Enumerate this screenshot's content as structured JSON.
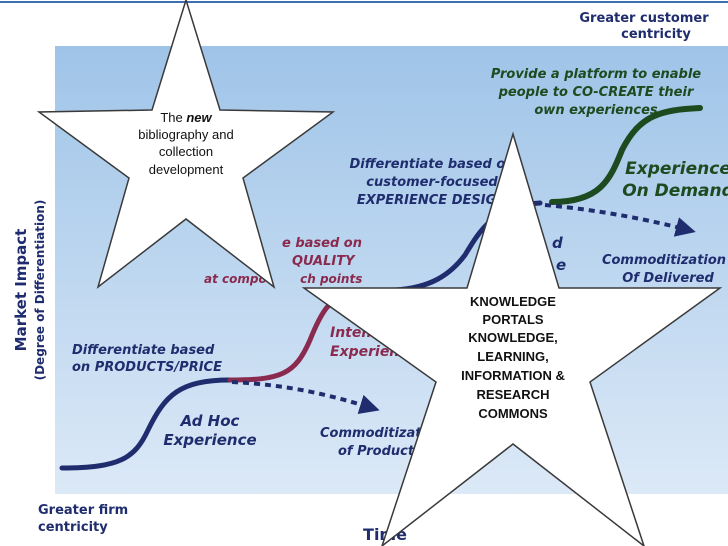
{
  "corners": {
    "top_right": [
      "Greater customer",
      "centricity"
    ],
    "bottom_left": [
      "Greater firm",
      "centricity"
    ]
  },
  "axes": {
    "y_label": "Market Impact",
    "y_sublabel": "(Degree of Differentiation)",
    "x_label": "Time"
  },
  "stages": {
    "products": [
      "Differentiate based",
      "on PRODUCTS/PRICE"
    ],
    "ad_hoc": [
      "Ad Hoc",
      "Experience"
    ],
    "commod_products": [
      "Commoditization",
      "of Products"
    ],
    "quality": [
      "e based on",
      "QUALITY",
      "at compo        ch points"
    ],
    "intentional": [
      "Inten",
      "Experience"
    ],
    "experience_design": [
      "Differentiate based on",
      "customer-focused",
      "EXPERIENCE DESIGN"
    ],
    "partial": [
      "d",
      "e"
    ],
    "platform": [
      "Provide a platform to enable",
      "people to CO-CREATE their",
      "own experiences"
    ],
    "on_demand": [
      "Experience",
      "On Demand"
    ],
    "commod_delivered": [
      "Commoditization",
      "Of Delivered"
    ]
  },
  "star_left": {
    "line1_prefix": "The ",
    "line1_emph": "new",
    "lines": [
      "bibliography and",
      "collection",
      "development"
    ]
  },
  "star_right": {
    "lines": [
      "KNOWLEDGE",
      "PORTALS",
      "KNOWLEDGE,",
      "LEARNING,",
      "INFORMATION &",
      "RESEARCH",
      "COMMONS"
    ]
  },
  "colors": {
    "panel_top": "#9fc4e8",
    "panel_bottom": "#d6e6f6",
    "navy": "#1f2d6e",
    "maroon": "#8a2a4e",
    "green": "#1d4a1f",
    "star_fill": "#ffffff",
    "star_stroke": "#3a3a3a"
  }
}
